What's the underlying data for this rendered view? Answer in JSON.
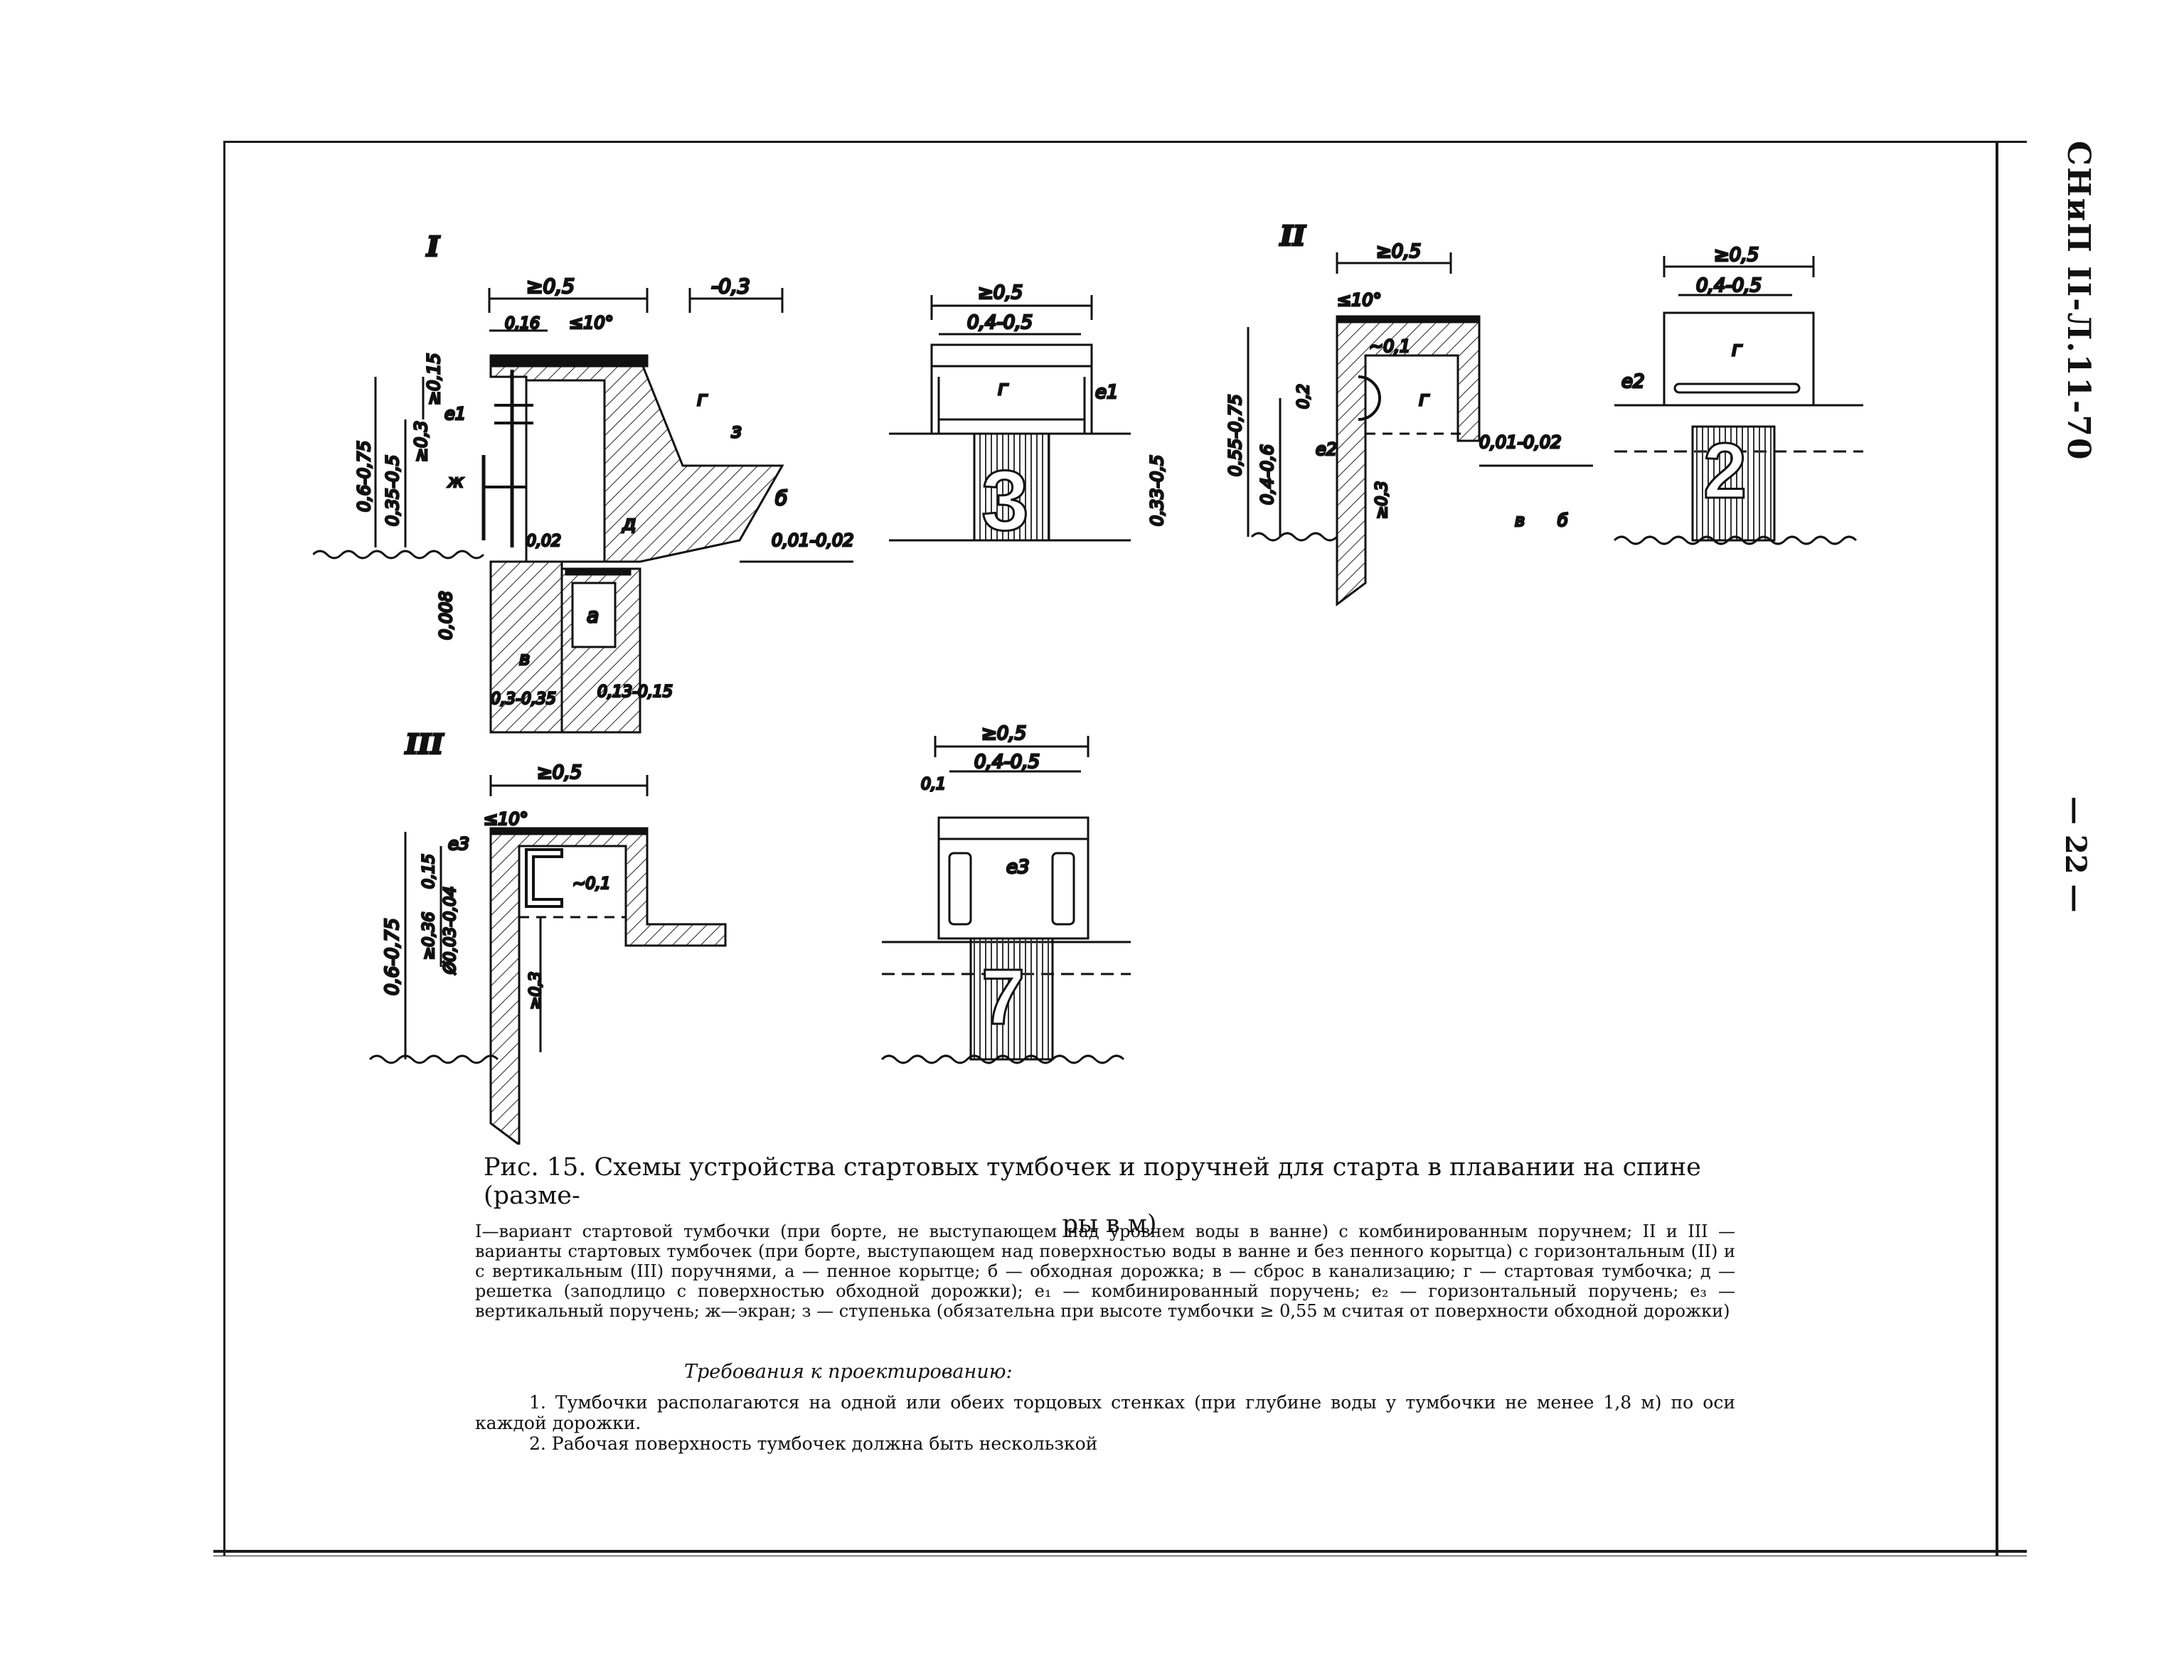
{
  "header": {
    "doc_code": "СНиП II-Л.11-70",
    "page_number": "— 22 —"
  },
  "figure": {
    "roman_labels": [
      "I",
      "II",
      "III"
    ],
    "diagram_I": {
      "dims": [
        "≥0,5",
        "-0,3",
        "0,16",
        "≤10°",
        "≥0,15",
        "0,6-0,75",
        "0,35-0,5",
        "≥0,3",
        "0,02",
        "0,01-0,02",
        "0,008",
        "0,3-0,35",
        "0,13-0,15"
      ],
      "letters": [
        "е1",
        "ж",
        "г",
        "з",
        "б",
        "д",
        "а",
        "в"
      ]
    },
    "diagram_3": {
      "dims": [
        "≥0,5",
        "0,4-0,5",
        "0,33-0,5"
      ],
      "letters": [
        "г",
        "е1"
      ],
      "lane_number": "3"
    },
    "diagram_II": {
      "dims": [
        "≥0,5",
        "≤10°",
        "~0,1",
        "0,2",
        "0,55-0,75",
        "0,4-0,6",
        "≥0,3",
        "0,01-0,02"
      ],
      "letters": [
        "г",
        "е2",
        "в",
        "б"
      ]
    },
    "diagram_2": {
      "dims": [
        "≥0,5",
        "0,4-0,5"
      ],
      "letters": [
        "г",
        "е2"
      ],
      "lane_number": "2"
    },
    "diagram_III": {
      "dims": [
        "≥0,5",
        "≤10°",
        "0,6-0,75",
        "≥0,36",
        "0,15",
        "Ø0,03-0,04",
        "~0,1",
        "≥0,3"
      ],
      "letters": [
        "е3"
      ]
    },
    "diagram_7": {
      "dims": [
        "≥0,5",
        "0,1",
        "0,4-0,5"
      ],
      "letters": [
        "е3"
      ],
      "lane_number": "7"
    }
  },
  "caption": {
    "line1": "Рис. 15. Схемы устройства стартовых тумбочек и поручней для старта в плавании на спине (разме-",
    "line2": "ры в м)"
  },
  "legend": "I—вариант стартовой тумбочки (при борте, не выступающем над уровнем воды в ванне) с комбинированным поручнем; II и III — варианты стартовых тумбочек (при борте, выступающем над поверхностью воды в ванне и без пенного корытца) с горизонтальным (II) и с вертикальным (III) поручнями, а — пенное корытце; б — обходная дорожка; в — сброс в канализацию; г — стартовая тумбочка; д — решетка (заподлицо с поверхностью обходной дорожки); е₁ — комбинированный поручень; е₂ — горизонтальный поручень; е₃ — вертикальный поручень; ж—экран; з — ступенька (обязательна при высоте тумбочки ≥ 0,55 м считая от поверхности обходной дорожки)",
  "requirements": {
    "title": "Требования к проектированию:",
    "items": [
      "1. Тумбочки располагаются на одной или обеих торцовых стенках (при глубине воды у тумбочки не менее 1,8 м) по оси каждой дорожки.",
      "2. Рабочая поверхность тумбочек должна быть нескользкой"
    ]
  }
}
